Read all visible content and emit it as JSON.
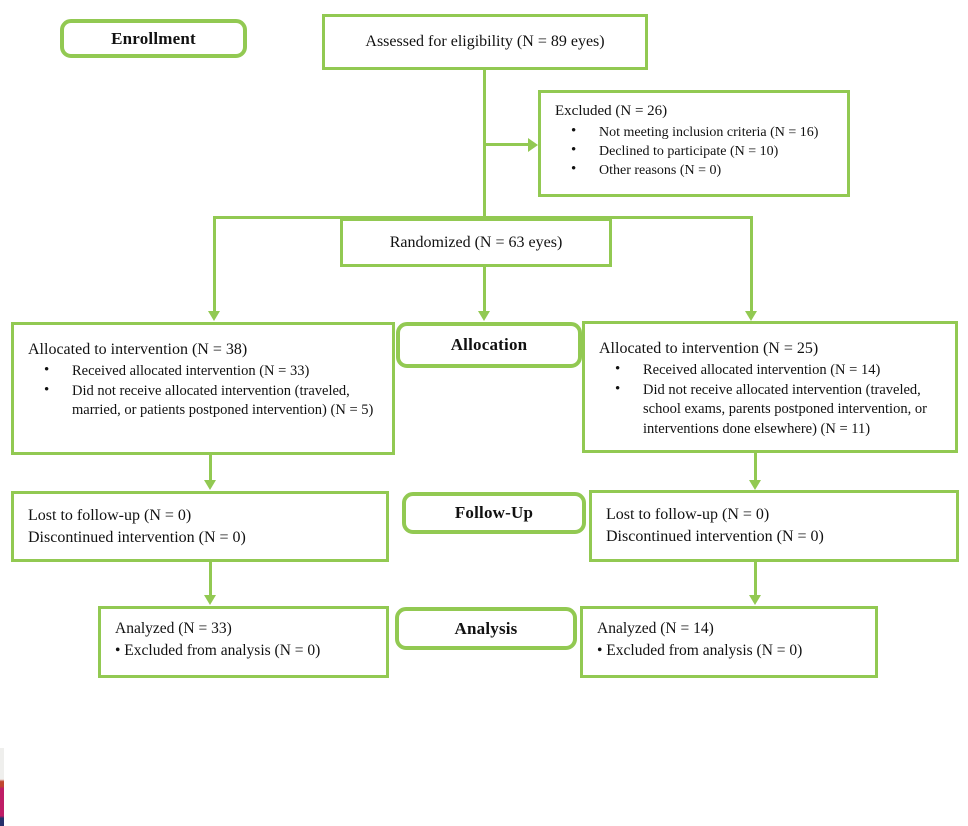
{
  "colors": {
    "accent_green": "#92c952",
    "text": "#111111",
    "artifact_gray": "#efefed",
    "artifact_red": "#c0452f",
    "artifact_magenta": "#bf1d66",
    "artifact_navy": "#26306b"
  },
  "stage_labels": {
    "enrollment": "Enrollment",
    "allocation": "Allocation",
    "followup": "Follow-Up",
    "analysis": "Analysis"
  },
  "boxes": {
    "eligibility": {
      "text": "Assessed for eligibility (N = 89 eyes)"
    },
    "excluded": {
      "title": "Excluded (N = 26)",
      "items": [
        "Not meeting inclusion criteria (N = 16)",
        "Declined to participate (N = 10)",
        "Other reasons (N = 0)"
      ]
    },
    "randomized": {
      "text": "Randomized (N = 63 eyes)"
    },
    "alloc_left": {
      "title": "Allocated to intervention (N = 38)",
      "items": [
        "Received allocated intervention (N = 33)",
        "Did not receive allocated intervention (traveled, married, or patients postponed intervention) (N = 5)"
      ]
    },
    "alloc_right": {
      "title": "Allocated to intervention (N = 25)",
      "items": [
        "Received allocated intervention (N = 14)",
        "Did not receive allocated intervention (traveled, school exams, parents postponed intervention, or interventions done elsewhere) (N = 11)"
      ]
    },
    "followup_left": {
      "lines": [
        "Lost to follow-up (N = 0)",
        "Discontinued intervention (N = 0)"
      ]
    },
    "followup_right": {
      "lines": [
        "Lost to follow-up (N = 0)",
        "Discontinued intervention (N = 0)"
      ]
    },
    "analyzed_left": {
      "title": "Analyzed (N = 33)",
      "bullet_line": "• Excluded from analysis (N = 0)"
    },
    "analyzed_right": {
      "title": "Analyzed (N = 14)",
      "bullet_line": "• Excluded from analysis (N = 0)"
    }
  }
}
